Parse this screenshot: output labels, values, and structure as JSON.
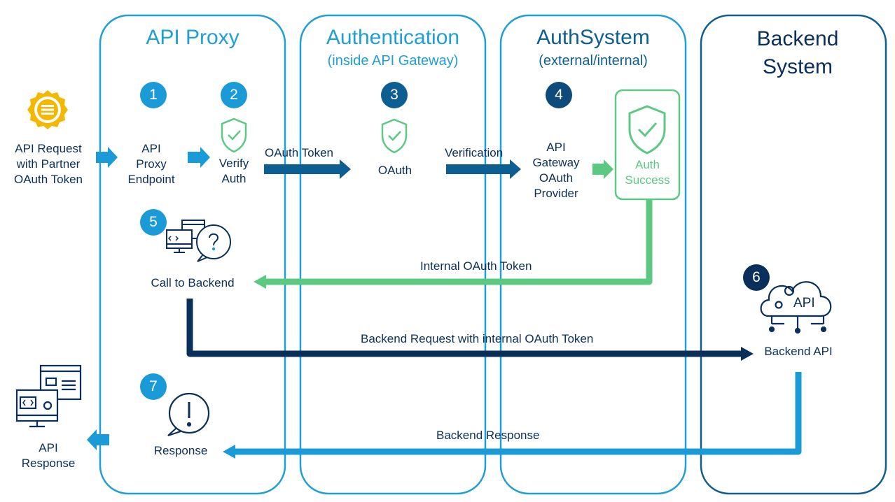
{
  "colors": {
    "light_blue": "#1a9bd7",
    "mid_blue": "#0e5f91",
    "navy": "#0b2f5b",
    "green": "#5cc983",
    "lane_blue": "#1e9fd6",
    "lane_dark": "#0e5f8f"
  },
  "lanes": {
    "api_proxy": {
      "title": "API Proxy"
    },
    "authentication": {
      "title": "Authentication",
      "subtitle": "(inside API Gateway)"
    },
    "authsystem": {
      "title": "AuthSystem",
      "subtitle": "(external/internal)"
    },
    "backend": {
      "title_line1": "Backend",
      "title_line2": "System"
    }
  },
  "steps": {
    "s1": "1",
    "s2": "2",
    "s3": "3",
    "s4": "4",
    "s5": "5",
    "s6": "6",
    "s7": "7"
  },
  "nodes": {
    "api_request": [
      "API Request",
      "with Partner",
      "OAuth Token"
    ],
    "proxy_endpoint": [
      "API",
      "Proxy",
      "Endpoint"
    ],
    "verify_auth": [
      "Verify",
      "Auth"
    ],
    "oauth": "OAuth",
    "gateway_provider": [
      "API",
      "Gateway",
      "OAuth",
      "Provider"
    ],
    "auth_success": [
      "Auth",
      "Success"
    ],
    "call_backend": "Call to Backend",
    "backend_api": "Backend API",
    "backend_api_icon_text": "API",
    "response": "Response",
    "api_response": [
      "API",
      "Response"
    ]
  },
  "flows": {
    "oauth_token": "OAuth Token",
    "verification": "Verification",
    "internal_token": "Internal OAuth Token",
    "backend_request": "Backend Request with internal OAuth Token",
    "backend_response": "Backend Response"
  },
  "icons": {
    "badge_icon": "badge-icon",
    "shield_check": "shield-check-icon",
    "computer_question": "computer-question-icon",
    "cloud_api": "cloud-api-icon",
    "speech_exclamation": "speech-exclamation-icon",
    "computer_code": "computer-code-icon"
  }
}
